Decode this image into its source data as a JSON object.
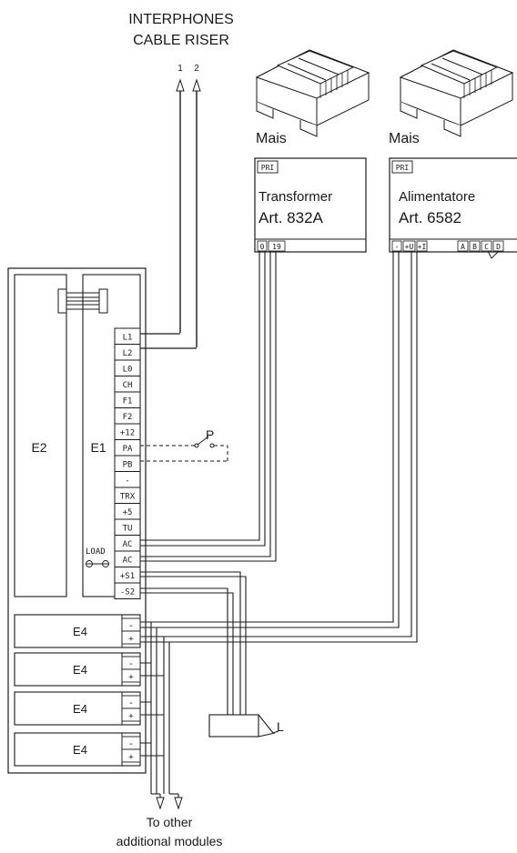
{
  "riser": {
    "title_line1": "INTERPHONES",
    "title_line2": "CABLE RISER",
    "wire1": "1",
    "wire2": "2"
  },
  "transformer": {
    "brand": "Mais",
    "pri": "PRI",
    "name": "Transformer",
    "art": "Art. 832A",
    "t0": "0",
    "t19": "19"
  },
  "alimentatore": {
    "brand": "Mais",
    "pri": "PRI",
    "name": "Alimentatore",
    "art": "Art. 6582",
    "terminals": [
      "-",
      "+U",
      "+I",
      "A",
      "B",
      "C",
      "D"
    ]
  },
  "module": {
    "e2": "E2",
    "e1": "E1",
    "load": "LOAD",
    "terminals": [
      "L1",
      "L2",
      "L0",
      "CH",
      "F1",
      "F2",
      "+12",
      "PA",
      "PB",
      "-",
      "TRX",
      "+5",
      "TU",
      "AC",
      "AC",
      "+S1",
      "-S2"
    ]
  },
  "e4_modules": [
    {
      "label": "E4",
      "minus": "-",
      "plus": "+"
    },
    {
      "label": "E4",
      "minus": "-",
      "plus": "+"
    },
    {
      "label": "E4",
      "minus": "-",
      "plus": "+"
    },
    {
      "label": "E4",
      "minus": "-",
      "plus": "+"
    }
  ],
  "switch_label": "P",
  "lock_label": "L",
  "footer": {
    "line1": "To other",
    "line2": "additional modules"
  }
}
